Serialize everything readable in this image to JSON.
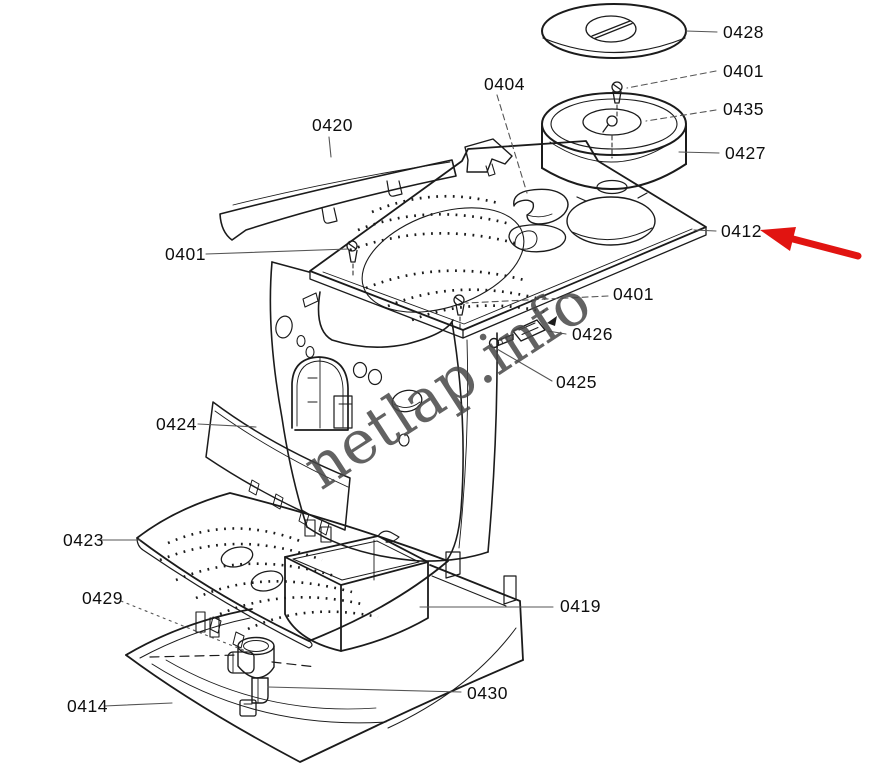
{
  "diagram": {
    "type": "exploded-parts-diagram",
    "watermark": "netlap.info",
    "colors": {
      "line": "#1b1b1b",
      "leader": "#555555",
      "arrow_red": "#e11411",
      "watermark_gray": "#474747",
      "background": "#ffffff"
    },
    "labels": [
      {
        "id": "label-0428",
        "text": "0428"
      },
      {
        "id": "label-0401-top",
        "text": "0401"
      },
      {
        "id": "label-0435",
        "text": "0435"
      },
      {
        "id": "label-0427",
        "text": "0427"
      },
      {
        "id": "label-0404",
        "text": "0404"
      },
      {
        "id": "label-0420",
        "text": "0420"
      },
      {
        "id": "label-0412",
        "text": "0412"
      },
      {
        "id": "label-0401-left",
        "text": "0401"
      },
      {
        "id": "label-0401-mid",
        "text": "0401"
      },
      {
        "id": "label-0426",
        "text": "0426"
      },
      {
        "id": "label-0425",
        "text": "0425"
      },
      {
        "id": "label-0424",
        "text": "0424"
      },
      {
        "id": "label-0423",
        "text": "0423"
      },
      {
        "id": "label-0429",
        "text": "0429"
      },
      {
        "id": "label-0419",
        "text": "0419"
      },
      {
        "id": "label-0430",
        "text": "0430"
      },
      {
        "id": "label-0414",
        "text": "0414"
      }
    ]
  }
}
